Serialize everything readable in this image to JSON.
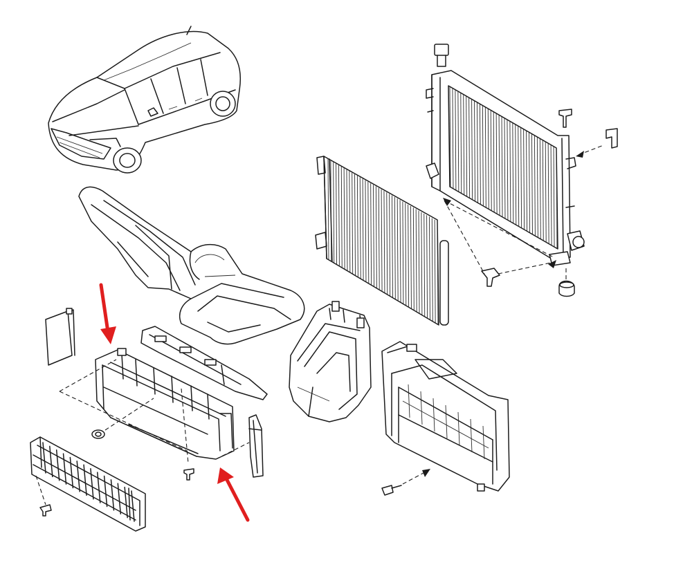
{
  "diagram": {
    "parts": [
      {
        "id": "vehicle",
        "icon": "suv-outline-icon"
      },
      {
        "id": "upper-air-duct",
        "icon": "air-duct-icon"
      },
      {
        "id": "radiator",
        "icon": "radiator-icon"
      },
      {
        "id": "condenser",
        "icon": "condenser-icon"
      },
      {
        "id": "radiator-support-frame",
        "icon": "frame-icon"
      },
      {
        "id": "left-air-guide",
        "icon": "air-guide-icon"
      },
      {
        "id": "lower-air-deflector",
        "icon": "deflector-icon"
      },
      {
        "id": "front-grille-shutter",
        "icon": "shutter-icon"
      },
      {
        "id": "side-seal-left",
        "icon": "seal-plate-icon"
      },
      {
        "id": "side-seal-right",
        "icon": "seal-strip-icon"
      },
      {
        "id": "fasteners",
        "icon": "clip-icon"
      }
    ],
    "highlight_color": "#e01f1f",
    "line_color": "#1b1b1b"
  }
}
